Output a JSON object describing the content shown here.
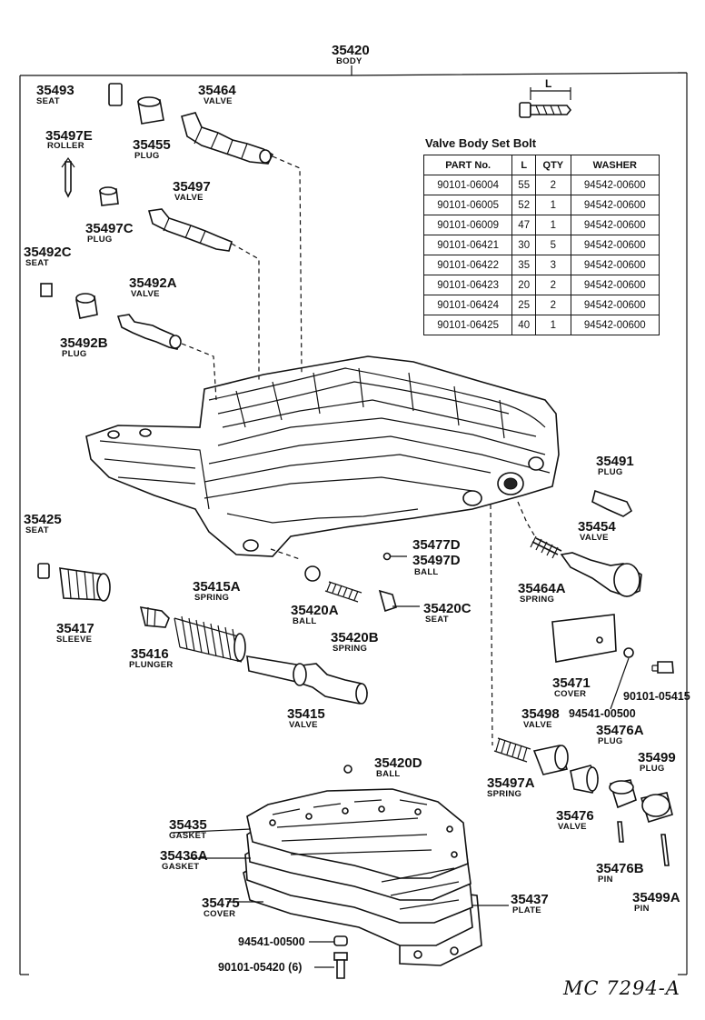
{
  "body": {
    "num": "35420",
    "name": "BODY"
  },
  "parts": [
    {
      "num": "35493",
      "name": "SEAT"
    },
    {
      "num": "35464",
      "name": "VALVE"
    },
    {
      "num": "35497E",
      "name": "ROLLER"
    },
    {
      "num": "35455",
      "name": "PLUG"
    },
    {
      "num": "35497",
      "name": "VALVE"
    },
    {
      "num": "35497C",
      "name": "PLUG"
    },
    {
      "num": "35492C",
      "name": "SEAT"
    },
    {
      "num": "35492A",
      "name": "VALVE"
    },
    {
      "num": "35492B",
      "name": "PLUG"
    },
    {
      "num": "35491",
      "name": "PLUG"
    },
    {
      "num": "35454",
      "name": "VALVE"
    },
    {
      "num": "35425",
      "name": "SEAT"
    },
    {
      "num": "35477D",
      "name": ""
    },
    {
      "num": "35497D",
      "name": "BALL"
    },
    {
      "num": "35415A",
      "name": "SPRING"
    },
    {
      "num": "35464A",
      "name": "SPRING"
    },
    {
      "num": "35420A",
      "name": "BALL"
    },
    {
      "num": "35420C",
      "name": "SEAT"
    },
    {
      "num": "35417",
      "name": "SLEEVE"
    },
    {
      "num": "35420B",
      "name": "SPRING"
    },
    {
      "num": "35416",
      "name": "PLUNGER"
    },
    {
      "num": "35471",
      "name": "COVER"
    },
    {
      "num": "90101-05415",
      "name": ""
    },
    {
      "num": "94541-00500",
      "name": ""
    },
    {
      "num": "35415",
      "name": "VALVE"
    },
    {
      "num": "35498",
      "name": "VALVE"
    },
    {
      "num": "35476A",
      "name": "PLUG"
    },
    {
      "num": "35499",
      "name": "PLUG"
    },
    {
      "num": "35420D",
      "name": "BALL"
    },
    {
      "num": "35497A",
      "name": "SPRING"
    },
    {
      "num": "35476",
      "name": "VALVE"
    },
    {
      "num": "35435",
      "name": "GASKET"
    },
    {
      "num": "35436A",
      "name": "GASKET"
    },
    {
      "num": "35476B",
      "name": "PIN"
    },
    {
      "num": "35499A",
      "name": "PIN"
    },
    {
      "num": "35475",
      "name": "COVER"
    },
    {
      "num": "35437",
      "name": "PLATE"
    },
    {
      "num": "94541-00500",
      "name": ""
    },
    {
      "num": "90101-05420 (6)",
      "name": ""
    }
  ],
  "bolt_dimension_label": "L",
  "bolt_table": {
    "title": "Valve Body Set Bolt",
    "headers": [
      "PART No.",
      "L",
      "QTY",
      "WASHER"
    ],
    "rows": [
      [
        "90101-06004",
        "55",
        "2",
        "94542-00600"
      ],
      [
        "90101-06005",
        "52",
        "1",
        "94542-00600"
      ],
      [
        "90101-06009",
        "47",
        "1",
        "94542-00600"
      ],
      [
        "90101-06421",
        "30",
        "5",
        "94542-00600"
      ],
      [
        "90101-06422",
        "35",
        "3",
        "94542-00600"
      ],
      [
        "90101-06423",
        "20",
        "2",
        "94542-00600"
      ],
      [
        "90101-06424",
        "25",
        "2",
        "94542-00600"
      ],
      [
        "90101-06425",
        "40",
        "1",
        "94542-00600"
      ]
    ]
  },
  "drawing_code": "MC 7294-A"
}
